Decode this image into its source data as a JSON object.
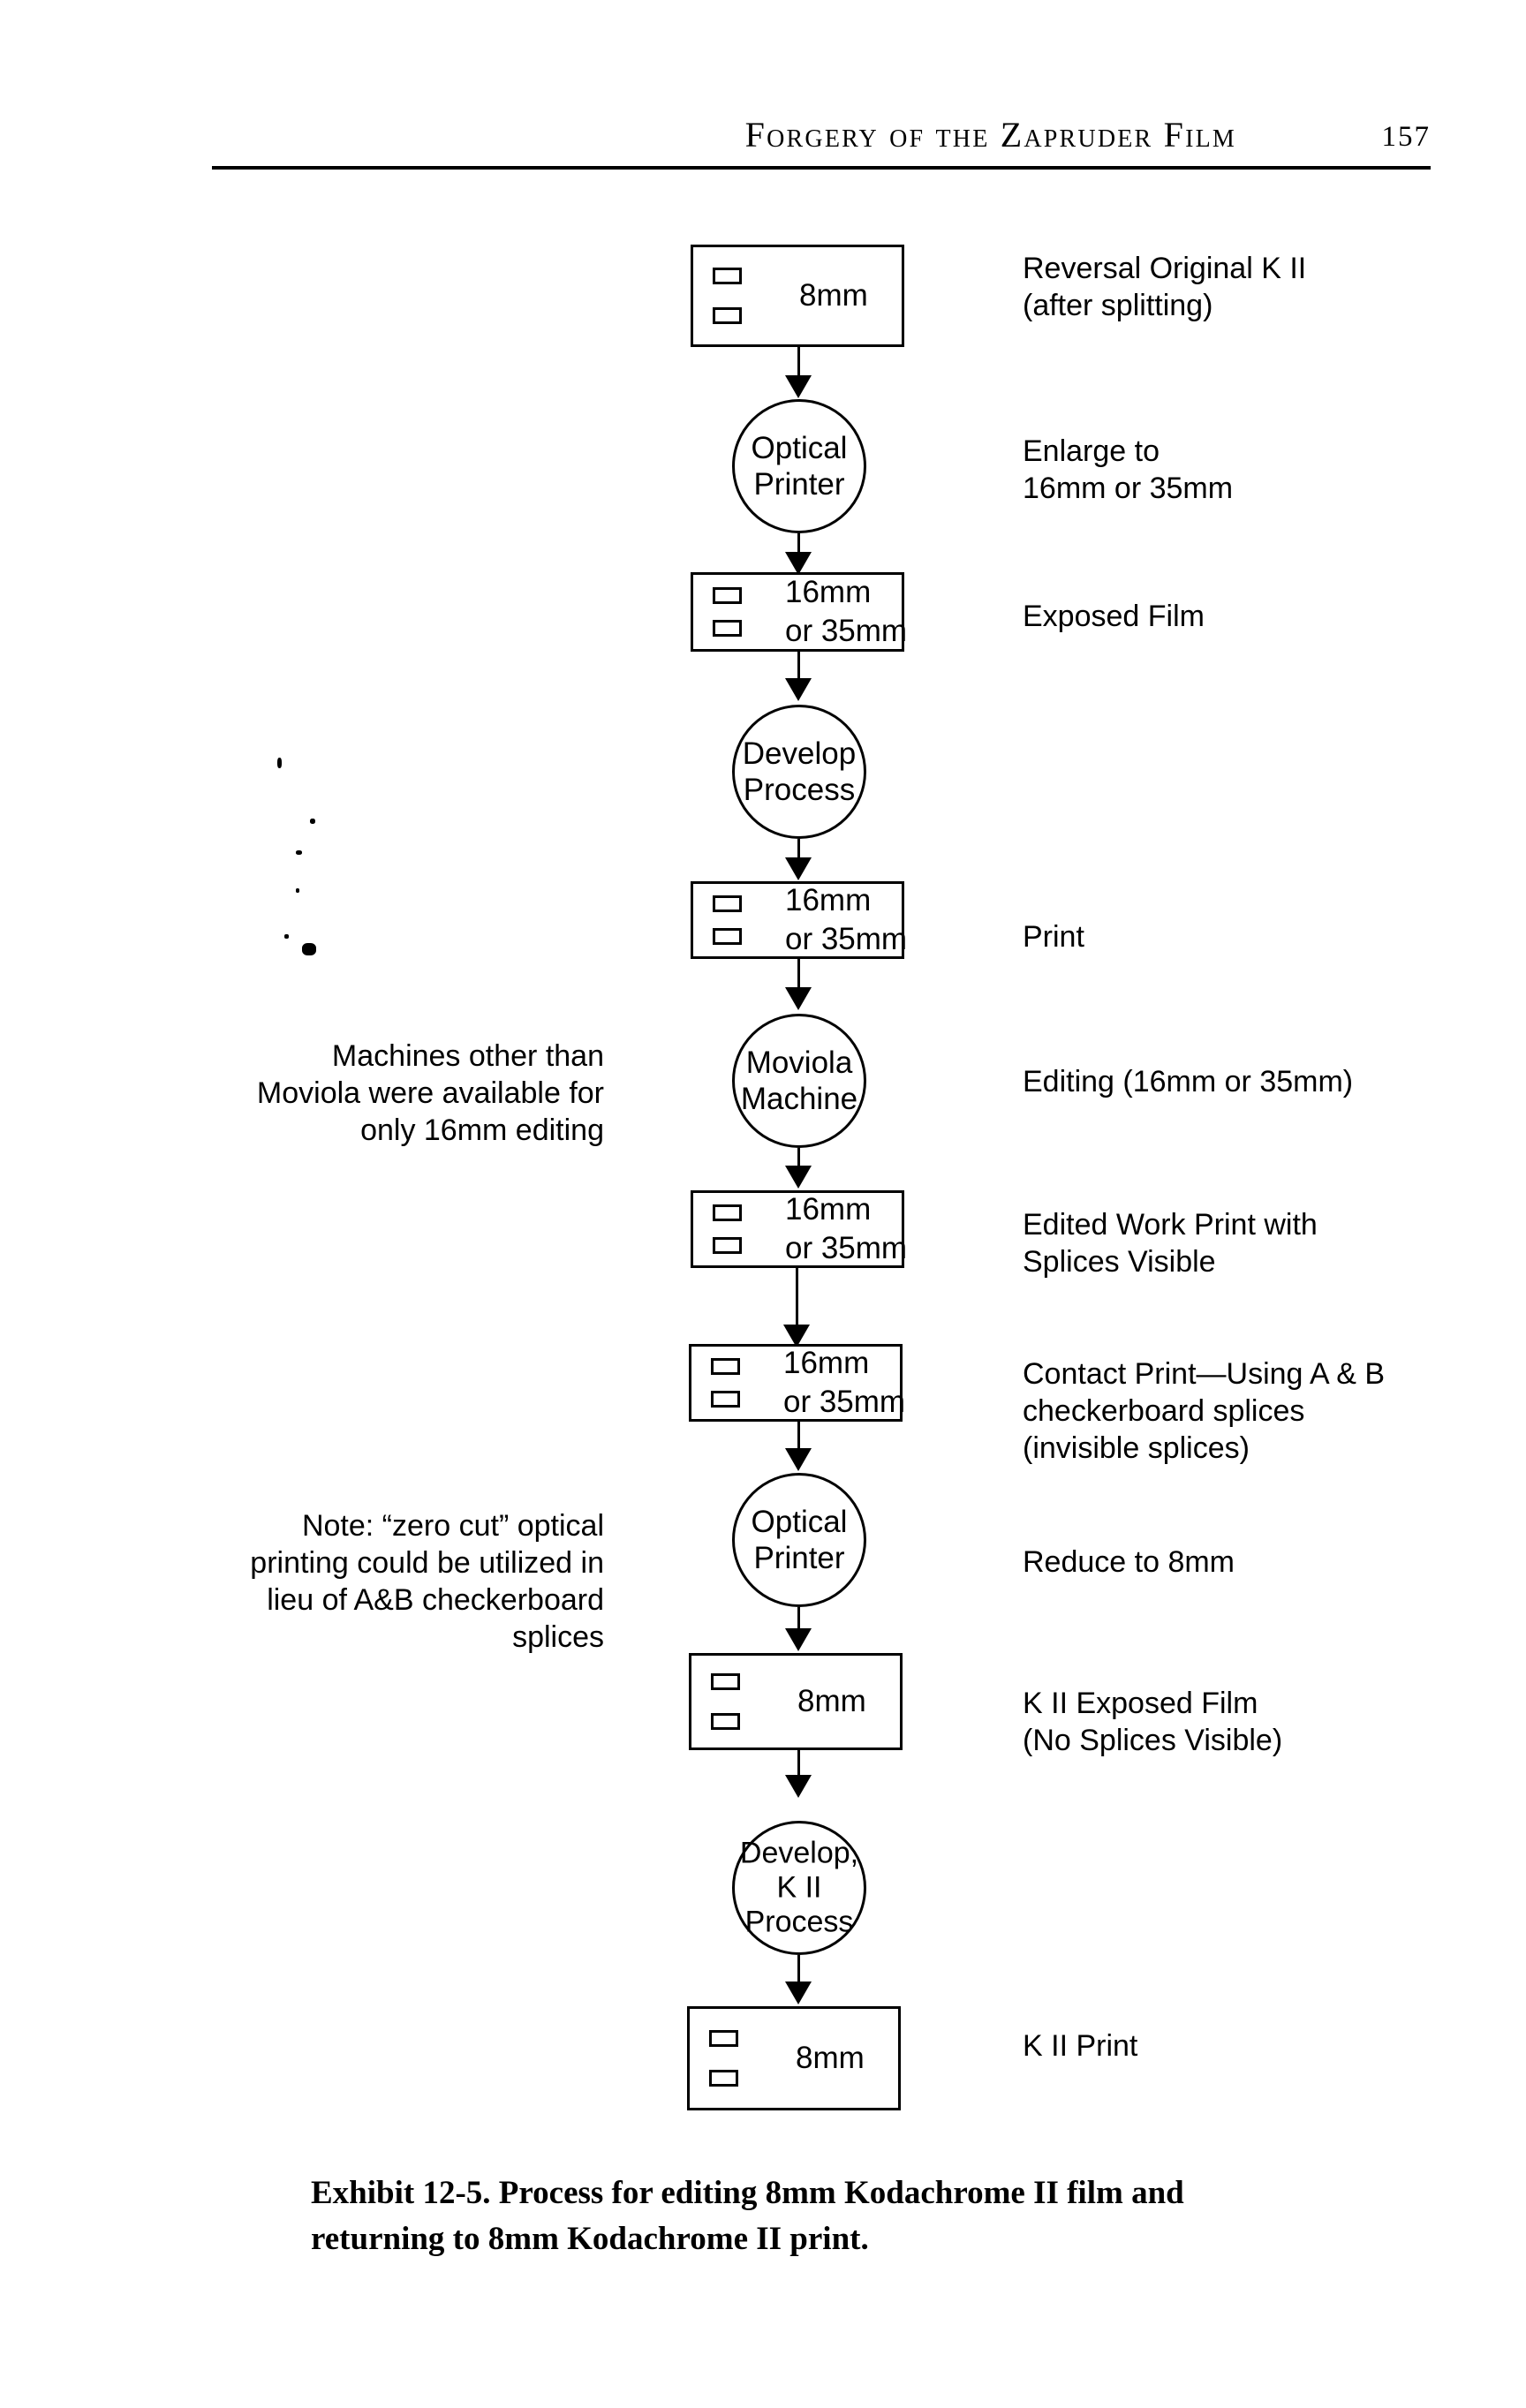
{
  "header": {
    "title": "Forgery of the Zapruder Film",
    "page_number": "157"
  },
  "caption": {
    "text": "Exhibit 12-5. Process for editing 8mm Kodachrome II film and returning to 8mm Kodachrome II print."
  },
  "flow": {
    "nodes": [
      {
        "id": "n1",
        "shape": "box",
        "label": "8mm",
        "marks": 2
      },
      {
        "id": "n2",
        "shape": "circle",
        "label": "Optical\nPrinter"
      },
      {
        "id": "n3",
        "shape": "box",
        "label": "16mm\nor 35mm",
        "marks": 2
      },
      {
        "id": "n4",
        "shape": "circle",
        "label": "Develop\nProcess"
      },
      {
        "id": "n5",
        "shape": "box",
        "label": "16mm\nor 35mm",
        "marks": 2
      },
      {
        "id": "n6",
        "shape": "circle",
        "label": "Moviola\nMachine"
      },
      {
        "id": "n7",
        "shape": "box",
        "label": "16mm\nor 35mm",
        "marks": 2
      },
      {
        "id": "n8",
        "shape": "box",
        "label": "16mm\nor 35mm",
        "marks": 2
      },
      {
        "id": "n9",
        "shape": "circle",
        "label": "Optical\nPrinter"
      },
      {
        "id": "n10",
        "shape": "box",
        "label": "8mm",
        "marks": 2
      },
      {
        "id": "n11",
        "shape": "circle",
        "label": "Develop,\nK II\nProcess"
      },
      {
        "id": "n12",
        "shape": "box",
        "label": "8mm",
        "marks": 2
      }
    ],
    "right_labels": [
      {
        "for": "n1",
        "text": "Reversal Original K II\n(after splitting)"
      },
      {
        "for": "n2",
        "text": "Enlarge to\n16mm or 35mm"
      },
      {
        "for": "n3",
        "text": "Exposed Film"
      },
      {
        "for": "n5",
        "text": "Print"
      },
      {
        "for": "n6",
        "text": "Editing (16mm or 35mm)"
      },
      {
        "for": "n7",
        "text": "Edited Work Print with\nSplices Visible"
      },
      {
        "for": "n8",
        "text": "Contact Print—Using A & B\ncheckerboard splices\n(invisible splices)"
      },
      {
        "for": "n9",
        "text": "Reduce to 8mm"
      },
      {
        "for": "n10",
        "text": "K II Exposed Film\n(No Splices Visible)"
      },
      {
        "for": "n12",
        "text": "K II Print"
      }
    ],
    "left_labels": [
      {
        "for": "n6",
        "text": "Machines other than\nMoviola were available for\nonly 16mm editing"
      },
      {
        "for": "n9",
        "text": "Note: “zero cut” optical\nprinting could be utilized in\nlieu of A&B checkerboard\nsplices"
      }
    ]
  },
  "colors": {
    "ink": "#000000",
    "paper": "#ffffff"
  }
}
